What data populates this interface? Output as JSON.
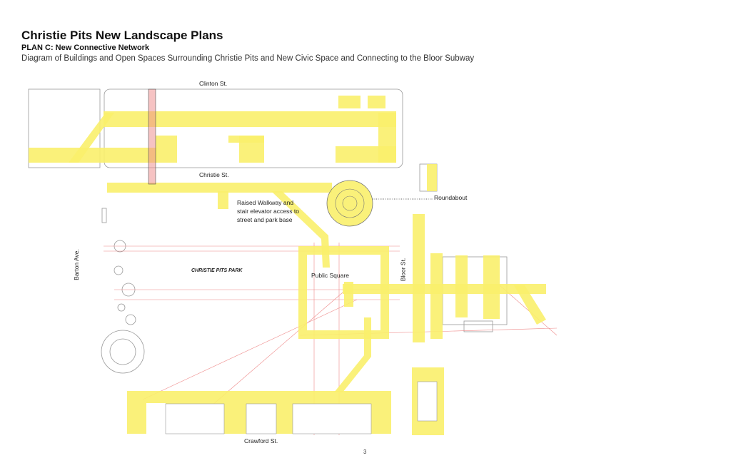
{
  "header": {
    "title": "Christie Pits New Landscape Plans",
    "subtitle": "PLAN C: New Connective Network",
    "description": "Diagram of Buildings and Open Spaces Surrounding Christie Pits and New Civic Space and Connecting to the Bloor Subway"
  },
  "labels": {
    "clinton": "Clinton St.",
    "christie": "Christie St.",
    "walkway_1": "Raised Walkway and",
    "walkway_2": "stair elevator access to",
    "walkway_3": "street and park base",
    "barton": "Barton Ave.",
    "park": "CHRISTIE PITS PARK",
    "square": "Public Square",
    "bloor": "Bloor St.",
    "roundabout": "Roundabout",
    "crawford": "Crawford St."
  },
  "page_number": "3",
  "colors": {
    "highlight": "#f9ef6b",
    "redline": "#e23b3b"
  }
}
